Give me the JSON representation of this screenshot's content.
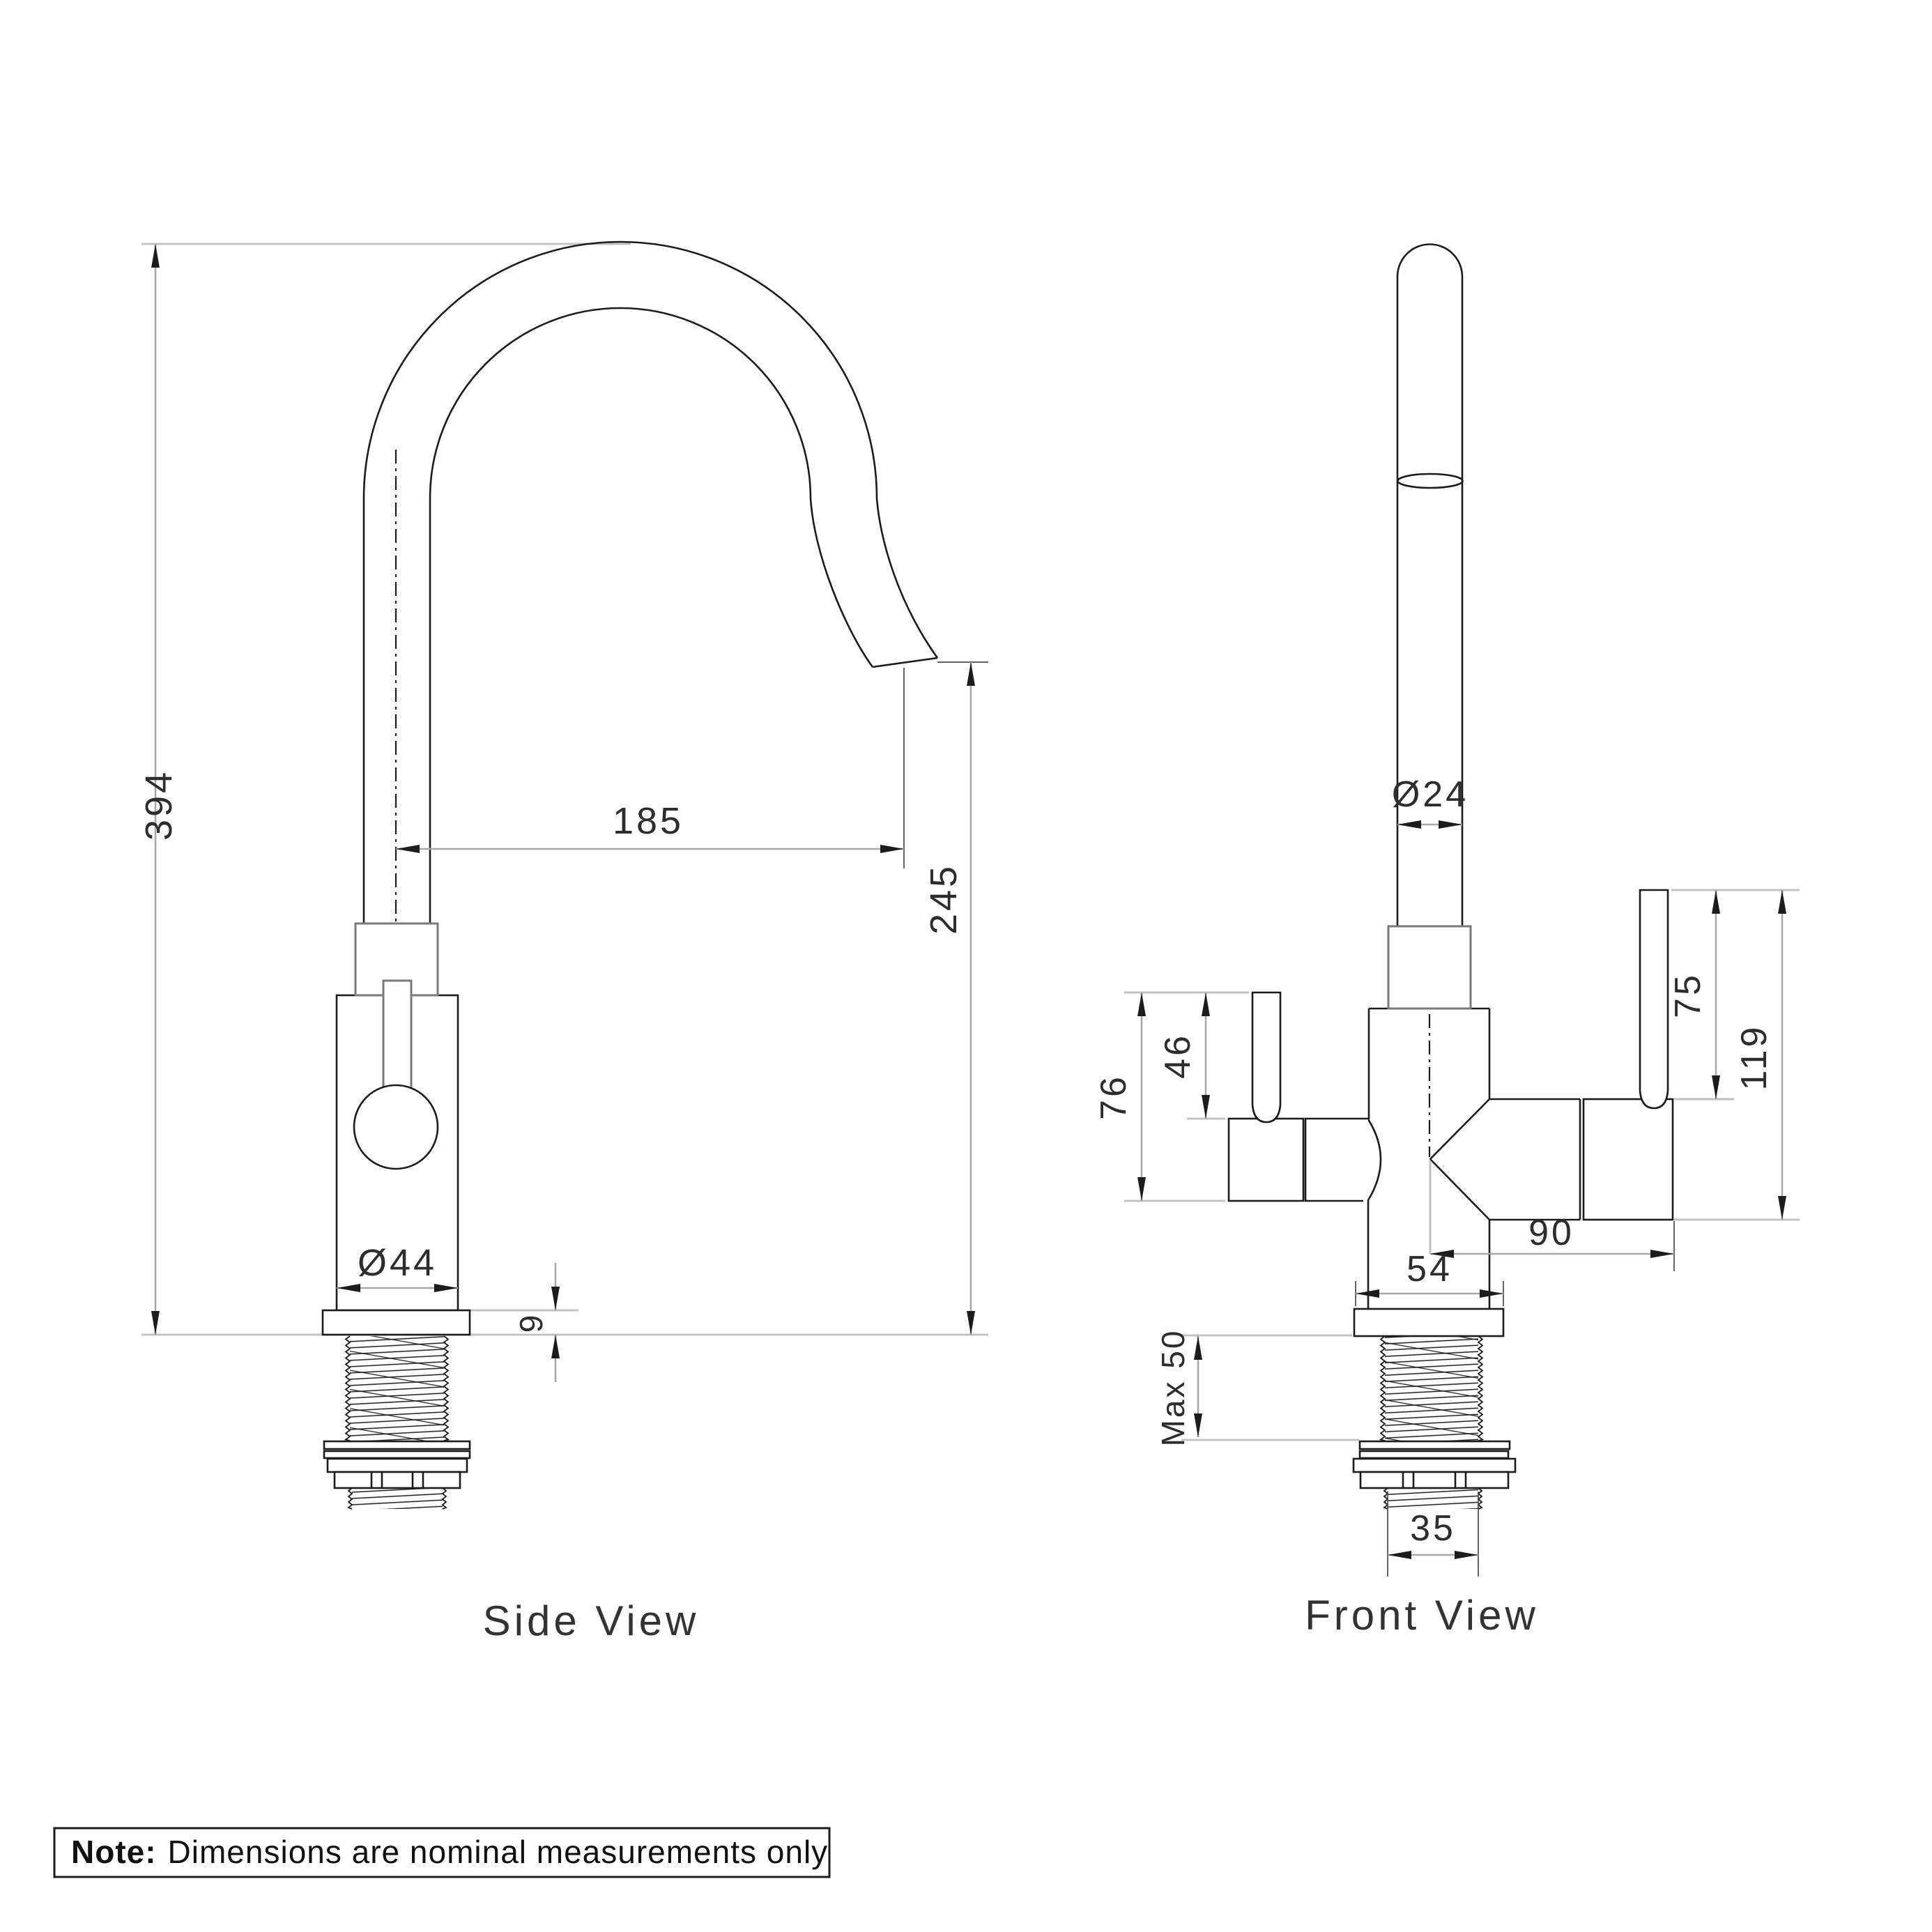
{
  "side_view": {
    "title": "Side View",
    "dim_total_height": "394",
    "dim_spout_reach": "185",
    "dim_spout_height": "245",
    "dim_body_diameter": "Ø44",
    "dim_deck_thickness": "9"
  },
  "front_view": {
    "title": "Front View",
    "dim_spout_diameter": "Ø24",
    "dim_left_handle_total": "76",
    "dim_left_handle_lever": "46",
    "dim_right_handle_lever": "75",
    "dim_right_handle_total": "119",
    "dim_side_outlet_reach": "90",
    "dim_base_width": "54",
    "dim_max_counter": "Max 50",
    "dim_thread_diameter": "35"
  },
  "note": {
    "label": "Note:",
    "text": "Dimensions are nominal measurements only"
  },
  "colors": {
    "part_line": "#1c1c1c",
    "dimension_line": "#a8a8a8",
    "extension_line": "#c2c2c2",
    "secondary_part_line": "#7a7a7a",
    "text": "#2d2d2d"
  }
}
